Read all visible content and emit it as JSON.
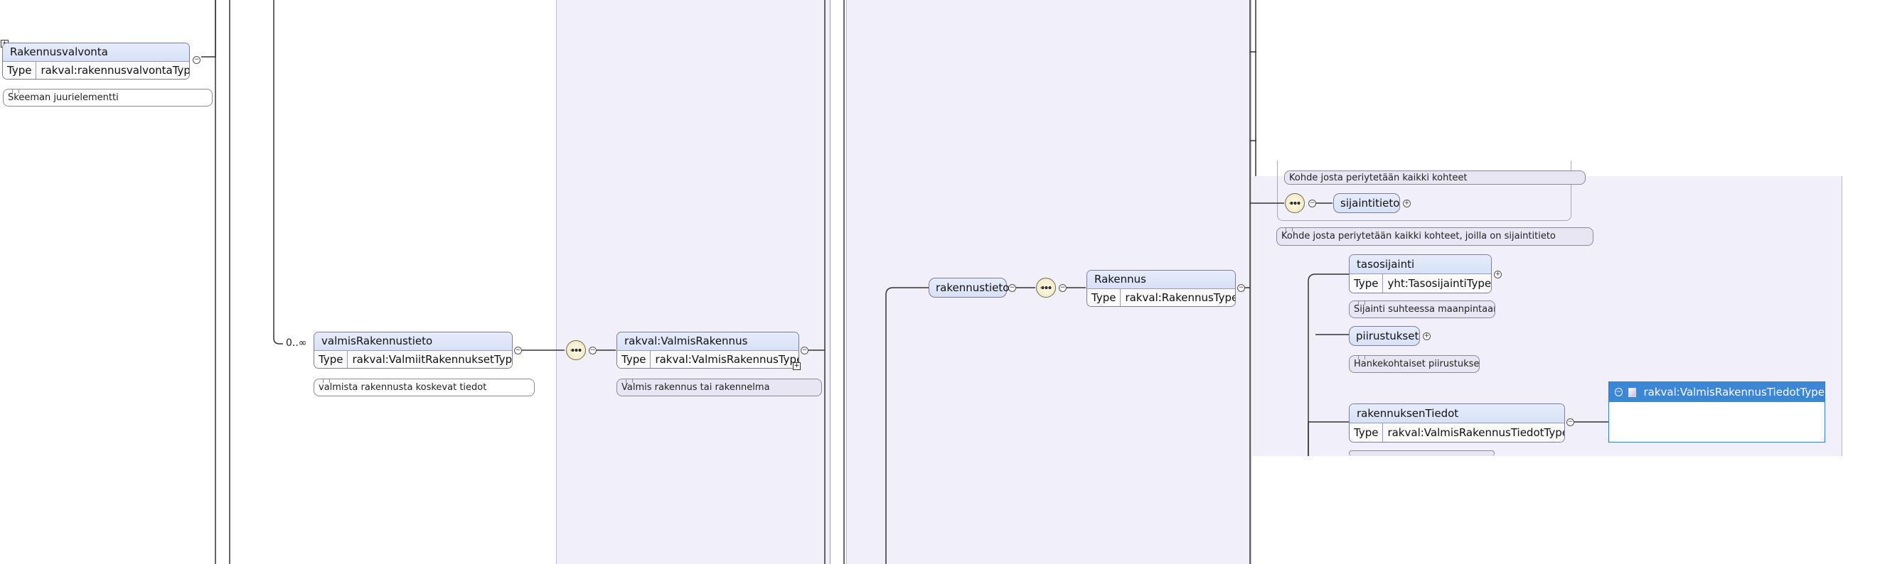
{
  "root": {
    "name": "Rakennusvalvonta",
    "type_label": "Type",
    "type_value": "rakval:rakennusvalvontaType",
    "note": "Skeeman juurielementti"
  },
  "valmis": {
    "occurs": "0..∞",
    "name": "valmisRakennustieto",
    "type_label": "Type",
    "type_value": "rakval:ValmiitRakennuksetType",
    "note": "valmista rakennusta koskevat tiedot"
  },
  "valmisType": {
    "name": "rakval:ValmisRakennus",
    "type_label": "Type",
    "type_value": "rakval:ValmisRakennusType",
    "note": "Valmis rakennus tai rakennelma"
  },
  "rakennustieto": {
    "name": "rakennustieto"
  },
  "rakennus": {
    "name": "Rakennus",
    "type_label": "Type",
    "type_value": "rakval:RakennusType"
  },
  "top_note": "Kohde josta periytetään kaikki kohteet",
  "sijaintitieto": {
    "name": "sijaintitieto",
    "note": "Kohde josta periytetään kaikki kohteet, joilla on sijaintitieto"
  },
  "tasosijainti": {
    "name": "tasosijainti",
    "type_label": "Type",
    "type_value": "yht:TasosijaintiType",
    "note": "Sijainti suhteessa maanpintaan"
  },
  "piirustukset": {
    "name": "piirustukset",
    "note": "Hankekohtaiset piirustukset"
  },
  "rakennuksenTiedot": {
    "name": "rakennuksenTiedot",
    "type_label": "Type",
    "type_value": "rakval:ValmisRakennusTiedotType"
  },
  "typebox": {
    "title": "rakval:ValmisRakennusTiedotType"
  },
  "symbols": {
    "expand": "+",
    "collapse": "−",
    "minus": "−"
  },
  "icons": {
    "sequence": "sequence-compositor-icon",
    "complex_type": "complex-type-icon"
  }
}
